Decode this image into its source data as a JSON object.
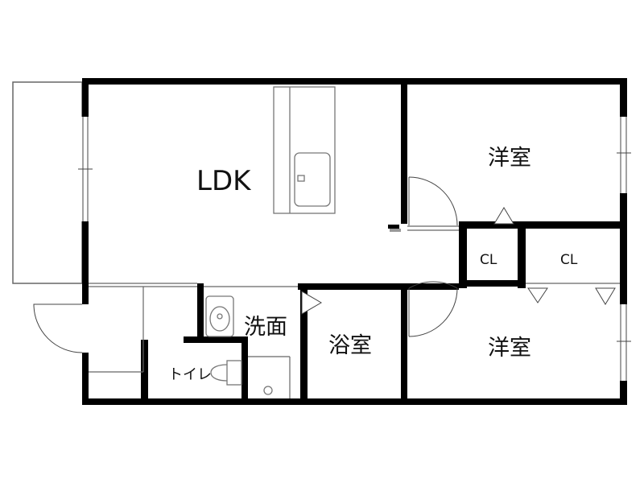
{
  "rooms": {
    "ldk": "LDK",
    "western_room_1": "洋室",
    "western_room_2": "洋室",
    "closet_1": "CL",
    "closet_2": "CL",
    "washroom": "洗面",
    "bathroom": "浴室",
    "toilet": "トイレ"
  },
  "colors": {
    "wall": "#000000",
    "thin_line": "#666666",
    "fixture": "#888888",
    "background": "#ffffff"
  }
}
